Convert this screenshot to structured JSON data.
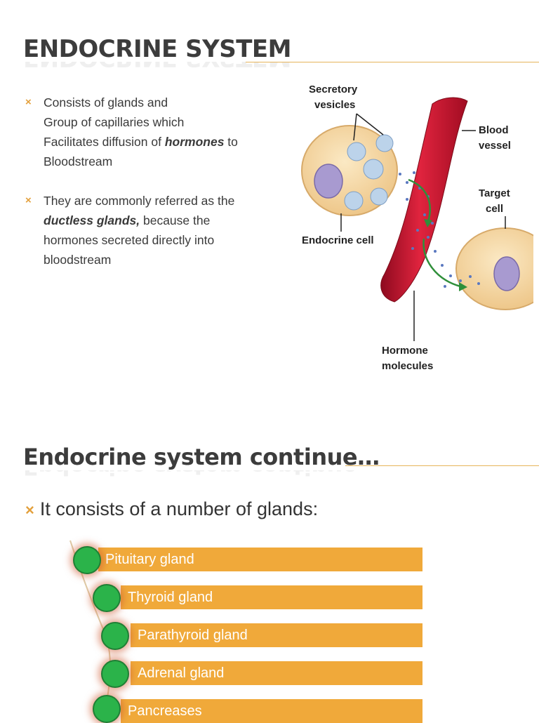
{
  "slide1": {
    "title": "ENDOCRINE SYSTEM",
    "bullets": [
      {
        "lines": [
          "Consists of glands and",
          "Group of capillaries which",
          "Facilitates diffusion of ",
          "hormones",
          "  to",
          "Bloodstream"
        ]
      },
      {
        "lines": [
          "They are commonly referred as the",
          "ductless glands,",
          " because the",
          "hormones secreted directly into",
          " bloodstream"
        ]
      }
    ],
    "diagram_labels": {
      "secretory": "Secretory",
      "vesicles": "vesicles",
      "blood": "Blood",
      "vessel": "vessel",
      "target": "Target",
      "cell": "cell",
      "endocrine_cell": "Endocrine cell",
      "hormone": "Hormone",
      "molecules": "molecules"
    },
    "bullet_marker": "×"
  },
  "slide2": {
    "title": "Endocrine system continue…",
    "bullet": "It consists of a number of glands:",
    "bullet_marker": "×",
    "glands": [
      "Pituitary gland",
      "Thyroid gland",
      "Parathyroid gland",
      "Adrenal gland",
      "Pancreases"
    ]
  },
  "colors": {
    "accent": "#e3a03c",
    "bar": "#f0a93a",
    "dot": "#2bb34a",
    "vessel": "#c8102e",
    "cell": "#f5d7a1"
  }
}
